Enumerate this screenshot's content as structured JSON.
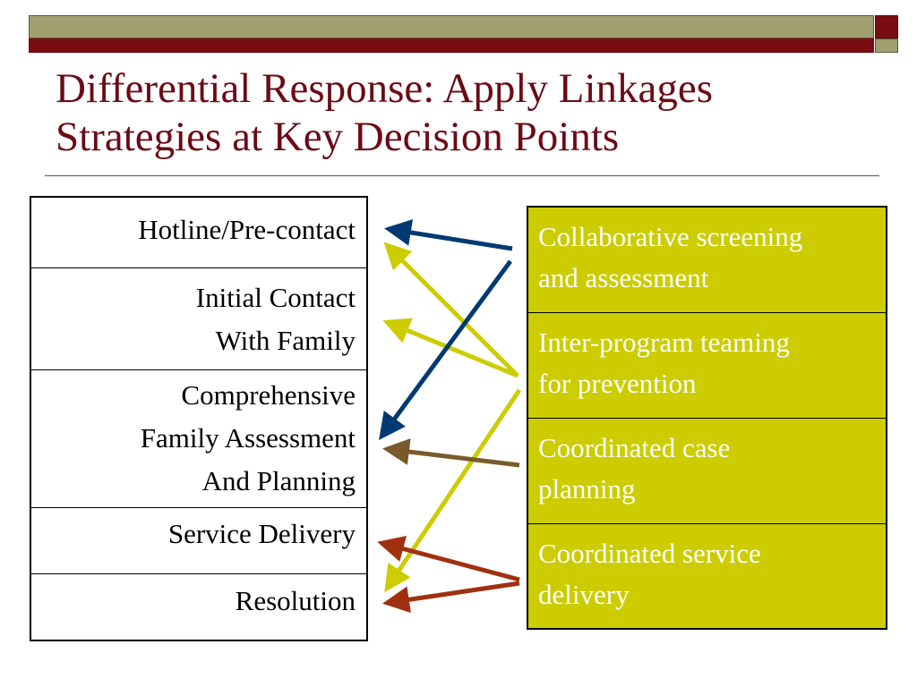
{
  "slide": {
    "title_line1": "Differential Response:  Apply Linkages",
    "title_line2": "Strategies at Key Decision Points"
  },
  "decision_points": [
    {
      "lines": [
        "Hotline/Pre-contact"
      ]
    },
    {
      "lines": [
        "Initial Contact",
        "With Family"
      ]
    },
    {
      "lines": [
        "Comprehensive",
        "Family Assessment",
        "And Planning"
      ]
    },
    {
      "lines": [
        "Service Delivery"
      ]
    },
    {
      "lines": [
        "Resolution"
      ]
    }
  ],
  "strategies": [
    {
      "lines": [
        "Collaborative screening",
        "and assessment"
      ]
    },
    {
      "lines": [
        "Inter-program teaming",
        "for prevention"
      ]
    },
    {
      "lines": [
        "Coordinated case",
        "planning"
      ]
    },
    {
      "lines": [
        "Coordinated service",
        "delivery"
      ]
    }
  ],
  "colors": {
    "title": "#6b0b15",
    "strategy_fill": "#cccc00",
    "arrow_navy": "#003a73",
    "arrow_yellow": "#cccc00",
    "arrow_brown": "#7a5a2a",
    "arrow_rust": "#a03010"
  },
  "links": [
    {
      "from": "Collaborative screening and assessment",
      "to": "Hotline/Pre-contact",
      "color": "navy"
    },
    {
      "from": "Collaborative screening and assessment",
      "to": "Comprehensive Family Assessment And Planning",
      "color": "navy"
    },
    {
      "from": "Inter-program teaming for prevention",
      "to": "Hotline/Pre-contact",
      "color": "yellow"
    },
    {
      "from": "Inter-program teaming for prevention",
      "to": "Initial Contact With Family",
      "color": "yellow"
    },
    {
      "from": "Inter-program teaming for prevention",
      "to": "Resolution",
      "color": "yellow"
    },
    {
      "from": "Coordinated case planning",
      "to": "Comprehensive Family Assessment And Planning",
      "color": "brown"
    },
    {
      "from": "Coordinated service delivery",
      "to": "Service Delivery",
      "color": "rust"
    },
    {
      "from": "Coordinated service delivery",
      "to": "Resolution",
      "color": "rust"
    }
  ]
}
